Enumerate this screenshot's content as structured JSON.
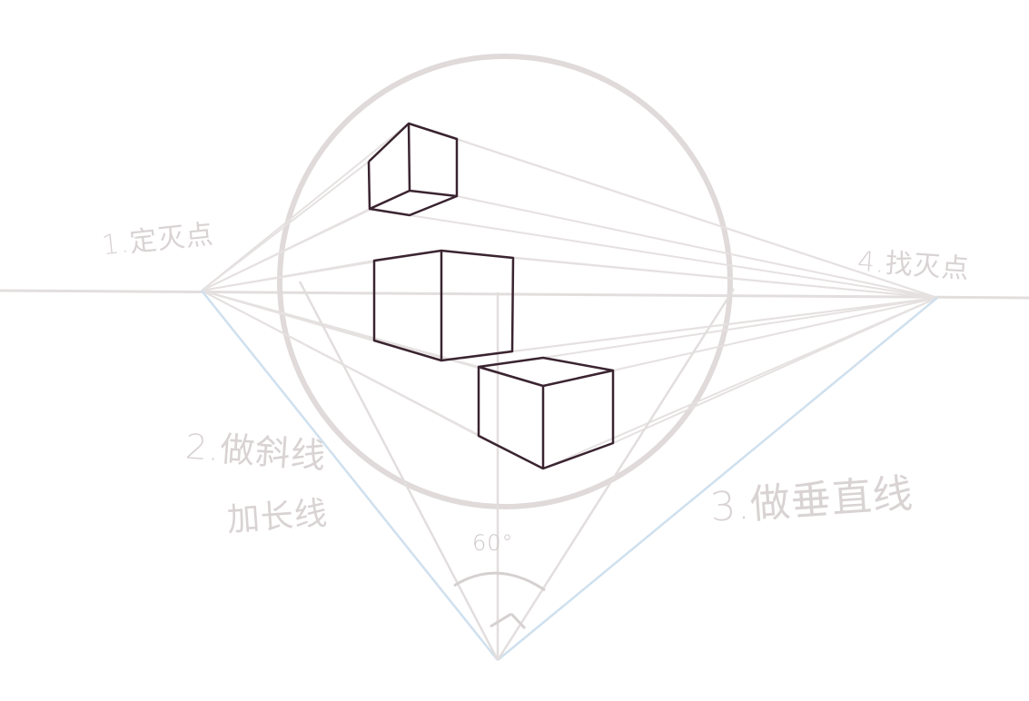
{
  "labels": {
    "step1": "1.定灭点",
    "step2_line1": "2.做斜线",
    "step2_line2": "加长线",
    "step3": "3.做垂直线",
    "step4": "4.找灭点",
    "angle": "60°"
  },
  "colors": {
    "guide_line": "#e3dede",
    "circle": "#e0dada",
    "cube_stroke": "#3a2430",
    "blue_guide": "#cde0ef",
    "label": "#d9d3d3"
  }
}
